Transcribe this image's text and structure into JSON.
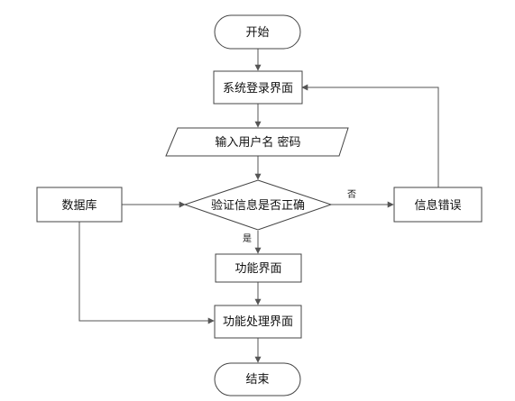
{
  "nodes": {
    "start": "开始",
    "login": "系统登录界面",
    "input": "输入用户名 密码",
    "verify": "验证信息是否正确",
    "error": "信息错误",
    "database": "数据库",
    "function": "功能界面",
    "process": "功能处理界面",
    "end": "结束"
  },
  "edges": {
    "yes": "是",
    "no": "否"
  },
  "colors": {
    "stroke": "#444444",
    "line": "#555555",
    "fill": "#ffffff"
  }
}
